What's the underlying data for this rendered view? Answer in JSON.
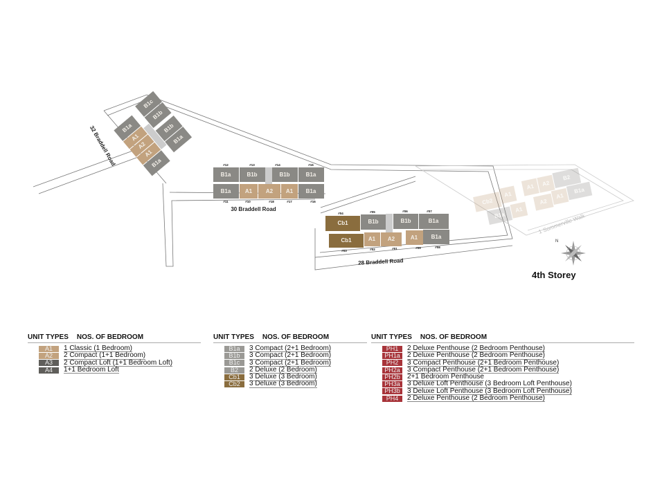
{
  "title": "4th Storey",
  "colors": {
    "A_light": "#c2a27e",
    "A_dark": "#6b6a65",
    "B": "#8a8985",
    "Cb": "#8a6d3e",
    "PH": "#a8343a"
  },
  "roads": {
    "r32": "32 Braddell Road",
    "r30": "30 Braddell Road",
    "r28": "28 Braddell Road",
    "somm": "1 Sommerville Walk"
  },
  "block30": {
    "top": [
      "B1a",
      "B1b",
      "B1b",
      "B1a"
    ],
    "bottom": [
      "B1a",
      "A1",
      "A2",
      "A1",
      "B1a"
    ],
    "top_nums": [
      "#12",
      "#13",
      "#14",
      "#15"
    ],
    "bottom_nums": [
      "#11",
      "#10",
      "#18",
      "#17",
      "#16"
    ]
  },
  "block28": {
    "top": [
      "Cb1",
      "B1b",
      "B1b",
      "B1a"
    ],
    "bottom": [
      "Cb1",
      "A1",
      "A2",
      "A1",
      "B1a"
    ],
    "top_nums": [
      "#04",
      "#05",
      "#06",
      "#07"
    ],
    "bottom_nums": [
      "#03",
      "#02",
      "#01",
      "#09",
      "#08"
    ]
  },
  "block32": {
    "left": [
      "B1a",
      "A1",
      "A2",
      "A1",
      "B1a"
    ],
    "right": [
      "B1c",
      "B1b",
      "B1b",
      "B1a"
    ]
  },
  "blockSomm": {
    "top": [
      "Cb2",
      "A1",
      "A1",
      "A2",
      "B2"
    ],
    "bottom": [
      "B1a",
      "A1",
      "A2",
      "A1",
      "B1a"
    ]
  },
  "legend": {
    "header_type": "UNIT TYPES",
    "header_bed": "NOS. OF BEDROOM",
    "col1": [
      {
        "code": "A1",
        "desc": "1 Classic (1 Bedroom)",
        "color": "#c2a27e"
      },
      {
        "code": "A2",
        "desc": "2 Compact (1+1 Bedroom)",
        "color": "#c2a27e"
      },
      {
        "code": "A3",
        "desc": "2 Compact Loft (1+1 Bedroom Loft)",
        "color": "#5f5e5a"
      },
      {
        "code": "A4",
        "desc": "1+1 Bedroom Loft",
        "color": "#5f5e5a"
      }
    ],
    "col2": [
      {
        "code": "B1a",
        "desc": "3 Compact (2+1 Bedroom)",
        "color": "#9a9995"
      },
      {
        "code": "B1b",
        "desc": "3 Compact (2+1 Bedroom)",
        "color": "#9a9995"
      },
      {
        "code": "B1c",
        "desc": "3 Compact (2+1 Bedroom)",
        "color": "#9a9995"
      },
      {
        "code": "B2",
        "desc": "2 Deluxe (2 Bedroom)",
        "color": "#9a9995"
      },
      {
        "code": "Cb1",
        "desc": "3 Deluxe (3 Bedroom)",
        "color": "#8a6d3e"
      },
      {
        "code": "Cb2",
        "desc": "3 Deluxe (3 Bedroom)",
        "color": "#8a6d3e"
      }
    ],
    "col3": [
      {
        "code": "PH1",
        "desc": "2 Deluxe Penthouse (2 Bedroom Penthouse)",
        "color": "#a8343a"
      },
      {
        "code": "PH1a",
        "desc": "2 Deluxe Penthouse (2 Bedroom Penthouse)",
        "color": "#a8343a"
      },
      {
        "code": "PH2",
        "desc": "3 Compact Penthouse (2+1 Bedroom Penthouse)",
        "color": "#a8343a"
      },
      {
        "code": "PH2a",
        "desc": "3 Compact Penthouse (2+1 Bedroom Penthouse)",
        "color": "#a8343a"
      },
      {
        "code": "PH2b",
        "desc": "2+1 Bedroom Penthouse",
        "color": "#a8343a"
      },
      {
        "code": "PH3a",
        "desc": "3 Deluxe Loft Penthouse (3 Bedroom Loft Penthouse)",
        "color": "#a8343a"
      },
      {
        "code": "PH3b",
        "desc": "3 Deluxe Loft Penthouse (3 Bedroom Loft Penthouse)",
        "color": "#a8343a"
      },
      {
        "code": "PH4",
        "desc": "2 Deluxe Penthouse (2 Bedroom Penthouse)",
        "color": "#a8343a"
      }
    ]
  }
}
